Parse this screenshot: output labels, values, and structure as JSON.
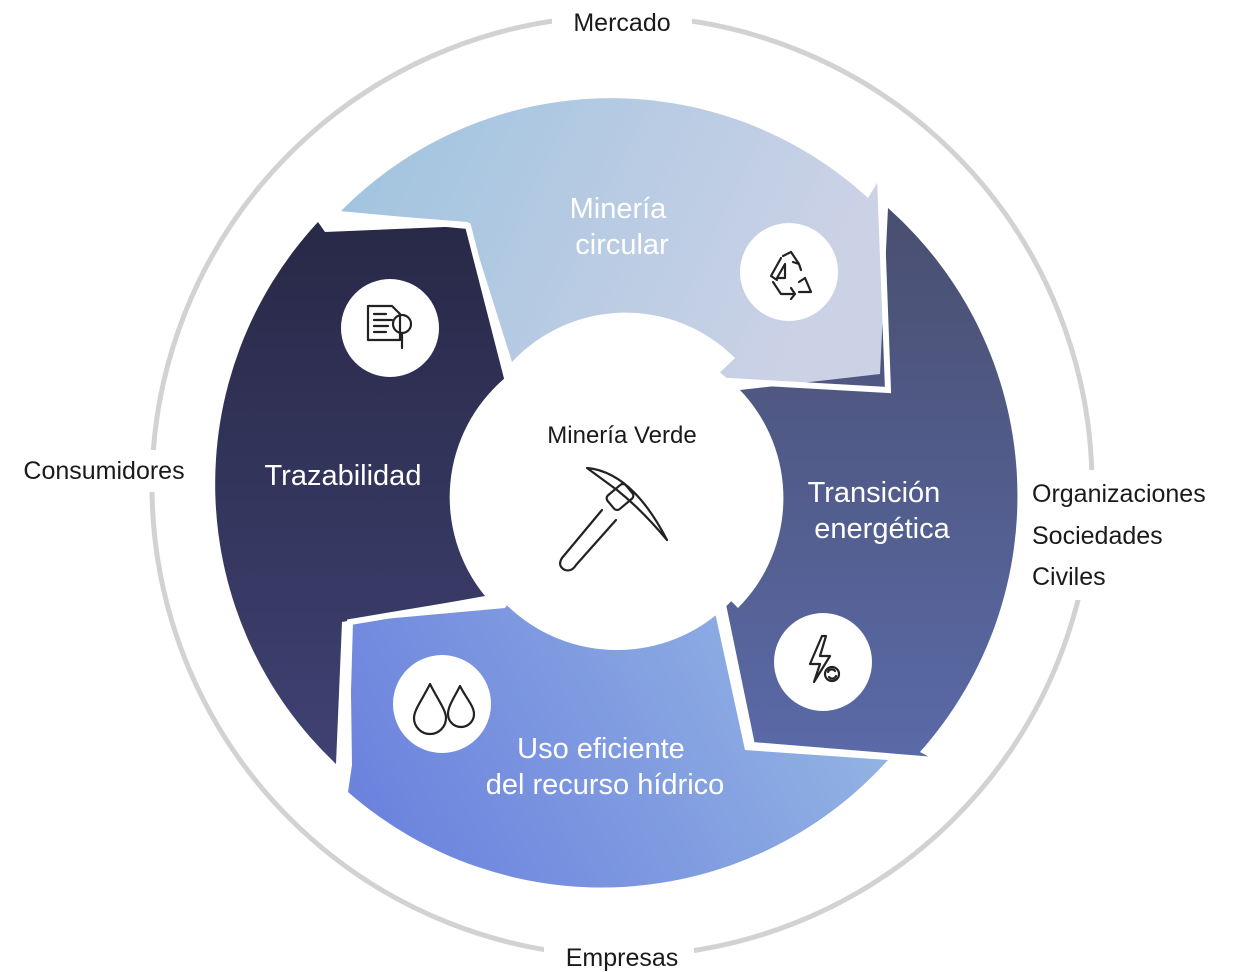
{
  "outer_ring": {
    "top": "Mercado",
    "bottom": "Empresas",
    "left": "Consumidores",
    "right": [
      "Organizaciones",
      "Sociedades",
      "Civiles"
    ]
  },
  "center": {
    "title": "Minería Verde",
    "icon": "pickaxe-icon"
  },
  "segments": [
    {
      "id": "circular",
      "lines": [
        "Minería",
        "circular"
      ],
      "icon": "recycle-icon",
      "color_from": "#9ec3df",
      "color_to": "#c6cfe4"
    },
    {
      "id": "energy",
      "lines": [
        "Transición",
        "energética"
      ],
      "icon": "energy-bolt-icon",
      "color_from": "#4b5072",
      "color_to": "#596aa6"
    },
    {
      "id": "water",
      "lines": [
        "Uso eficiente",
        "del recurso hídrico"
      ],
      "icon": "water-drops-icon",
      "color_from": "#6f86df",
      "color_to": "#93b3e4"
    },
    {
      "id": "trace",
      "lines": [
        "Trazabilidad"
      ],
      "icon": "document-search-icon",
      "color_from": "#2a2b4b",
      "color_to": "#3e406f"
    }
  ]
}
